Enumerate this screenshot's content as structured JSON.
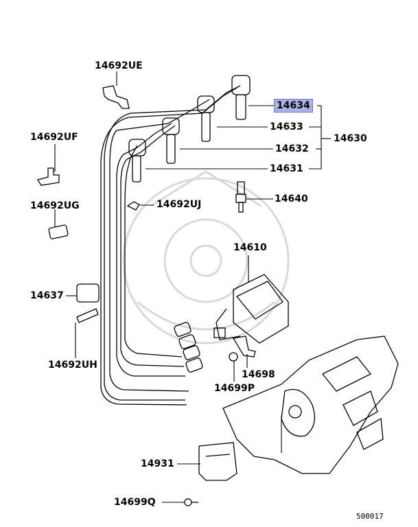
{
  "colors": {
    "ink": "#000000",
    "highlight": "#aab3e6",
    "watermark": "#d8d8d8"
  },
  "parts": {
    "p14692UE": "14692UE",
    "p14634": "14634",
    "p14633": "14633",
    "p14630": "14630",
    "p14632": "14632",
    "p14631": "14631",
    "p14692UF": "14692UF",
    "p14640": "14640",
    "p14692UG": "14692UG",
    "p14692UJ": "14692UJ",
    "p14610": "14610",
    "p14637": "14637",
    "p14692UH": "14692UH",
    "p14698": "14698",
    "p14699P": "14699P",
    "p14931": "14931",
    "p14699Q": "14699Q"
  },
  "diagram_code": "500017"
}
